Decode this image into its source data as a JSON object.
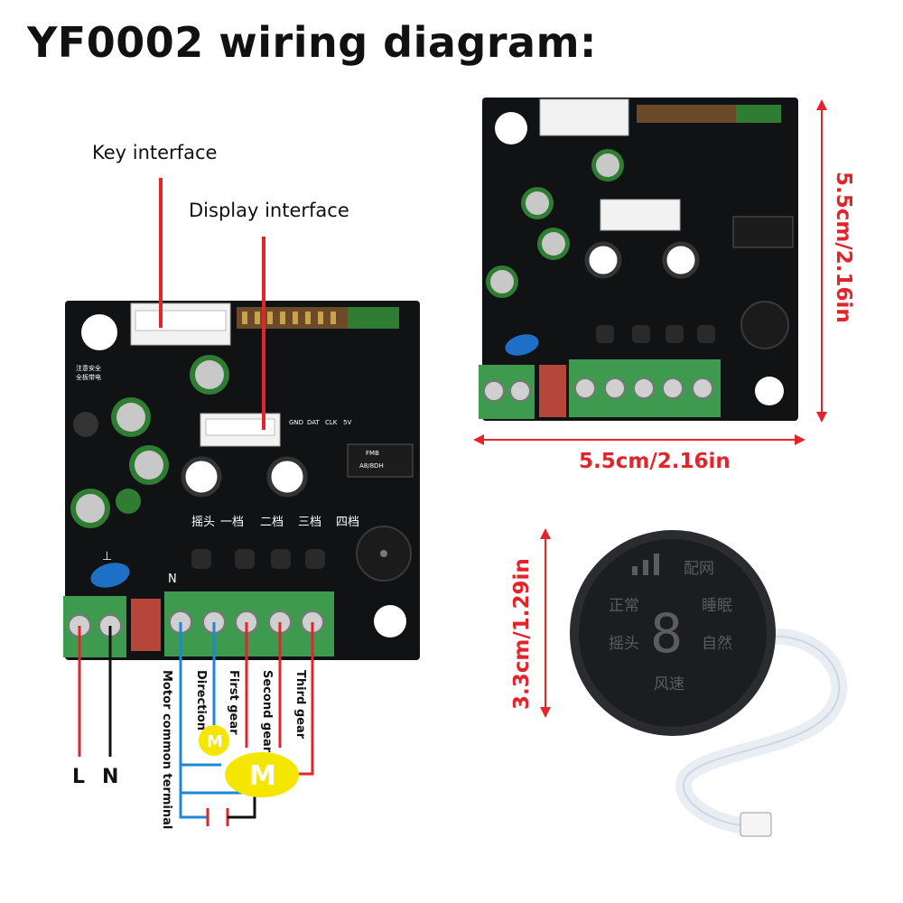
{
  "title": "YF0002 wiring diagram:",
  "labels": {
    "key_interface": "Key interface",
    "display_interface": "Display interface",
    "L": "L",
    "N": "N"
  },
  "wire_labels": [
    "Motor common terminal",
    "Direction",
    "First gear",
    "Second gear",
    "Third gear"
  ],
  "motor_labels": {
    "small": "M",
    "large": "M"
  },
  "dimensions": {
    "board_width": "5.5cm/2.16in",
    "board_height": "5.5cm/2.16in",
    "display_diameter": "3.3cm/1.29in"
  },
  "board_silkscreen": {
    "gears": [
      "摇头",
      "一档",
      "二档",
      "三档",
      "四档"
    ],
    "ground_symbol": "⊥",
    "N_mark": "N",
    "warning": [
      "注意安全",
      "全板带电"
    ],
    "pins": [
      "GND",
      "DAT",
      "CLK",
      "5V"
    ],
    "chip": [
      "FMB",
      "A8/8DH"
    ]
  },
  "display_panel": {
    "digit": "8",
    "texts": [
      "配网",
      "正常",
      "睡眠",
      "摇头",
      "自然",
      "风速"
    ]
  },
  "colors": {
    "wire_red": "#e3242b",
    "wire_blue": "#1e88d8",
    "wire_black": "#111111",
    "motor_yellow": "#f4e600",
    "pcb": "#111213",
    "terminal_green": "#3e9a4e",
    "dimension_red": "#e3242b"
  }
}
